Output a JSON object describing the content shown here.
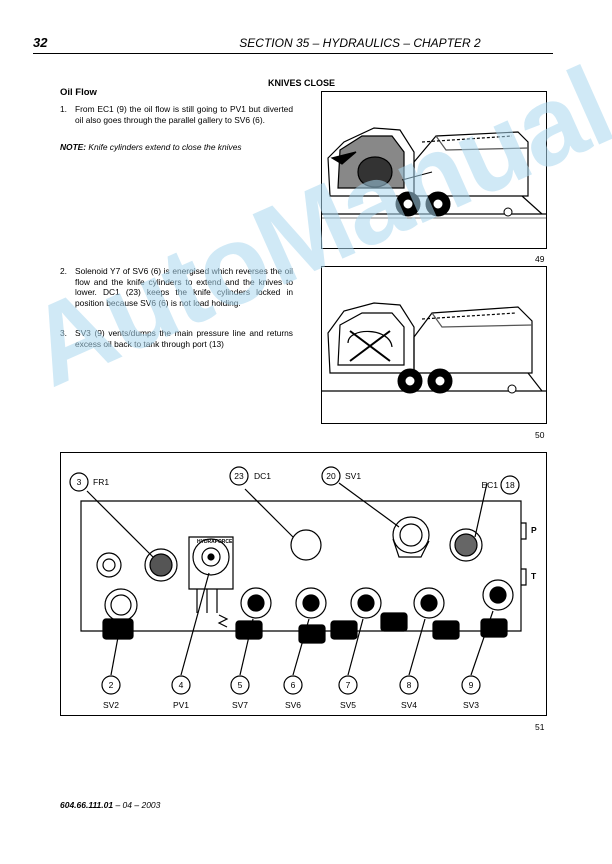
{
  "header": {
    "page_number": "32",
    "title": "SECTION 35 – HYDRAULICS – CHAPTER 2"
  },
  "section_title": "KNIVES CLOSE",
  "oil_flow_heading": "Oil Flow",
  "steps": [
    {
      "num": "1.",
      "text": "From EC1 (9) the oil flow is still going to PV1 but diverted oil also goes through the parallel gallery to SV6 (6)."
    },
    {
      "num": "2.",
      "text": "Solenoid Y7 of SV6 (6) is energised which reverses the oil flow and the knife cylinders to extend and the knives to lower. DC1 (23) keeps the knife cylinders locked in position because SV6 (6) is not load holding."
    },
    {
      "num": "3.",
      "text": "SV3 (9) vents/dumps the main pressure line and returns excess oil back to tank through port  (13)"
    }
  ],
  "note": {
    "label": "NOTE:",
    "text": " Knife cylinders extend to close the knives"
  },
  "figures": {
    "fig49": "49",
    "fig50": "50",
    "fig51": "51"
  },
  "valve_block": {
    "top_callouts": [
      {
        "num": "3",
        "label": "FR1"
      },
      {
        "num": "23",
        "label": "DC1"
      },
      {
        "num": "20",
        "label": "SV1"
      },
      {
        "num": "18",
        "label": "EC1"
      }
    ],
    "side_ports": [
      "P",
      "T"
    ],
    "bottom_callouts": [
      {
        "num": "2",
        "label": "SV2"
      },
      {
        "num": "4",
        "label": "PV1"
      },
      {
        "num": "5",
        "label": "SV7"
      },
      {
        "num": "6",
        "label": "SV6"
      },
      {
        "num": "7",
        "label": "SV5"
      },
      {
        "num": "8",
        "label": "SV4"
      },
      {
        "num": "9",
        "label": "SV3"
      }
    ],
    "brand_mark": "HYDRAFORCE"
  },
  "watermark": "AutoManual",
  "footer": {
    "code": "604.66.111.01",
    "date": " – 04 – 2003"
  }
}
